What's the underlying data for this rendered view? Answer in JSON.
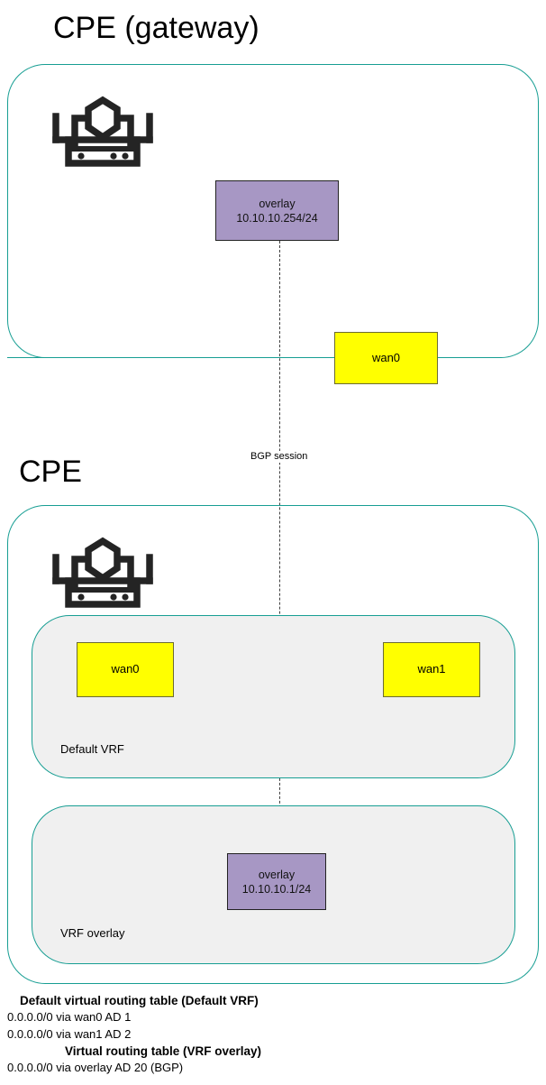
{
  "diagram": {
    "sections": [
      {
        "id": "gateway",
        "title": "CPE (gateway)",
        "icon": "router-firewall-icon"
      },
      {
        "id": "cpe",
        "title": "CPE",
        "icon": "router-firewall-icon"
      }
    ],
    "vrfs": [
      {
        "id": "default",
        "label": "Default VRF"
      },
      {
        "id": "overlay",
        "label": "VRF overlay"
      }
    ],
    "interfaces": {
      "gateway_overlay": {
        "name": "overlay",
        "address": "10.10.10.254/24",
        "color": "#a797c4"
      },
      "gateway_wan0": {
        "name": "wan0",
        "color": "#ffff00"
      },
      "cpe_wan0": {
        "name": "wan0",
        "color": "#ffff00"
      },
      "cpe_wan1": {
        "name": "wan1",
        "color": "#ffff00"
      },
      "cpe_overlay": {
        "name": "overlay",
        "address": "10.10.10.1/24",
        "color": "#a797c4"
      }
    },
    "connections": {
      "bgp_session_label": "BGP session"
    },
    "routing_tables": [
      {
        "heading": "Default virtual routing table (Default VRF)",
        "routes": [
          "0.0.0.0/0 via wan0 AD 1",
          "0.0.0.0/0 via wan1 AD 2"
        ]
      },
      {
        "heading": "Virtual routing table (VRF overlay)",
        "routes": [
          "0.0.0.0/0 via overlay AD 20 (BGP)"
        ]
      }
    ],
    "colors": {
      "container_border": "#179e93",
      "vrf_fill": "#f0f0f0",
      "wan_fill": "#ffff00",
      "overlay_fill": "#a797c4",
      "bgp_line": "#3f3f3f"
    }
  }
}
